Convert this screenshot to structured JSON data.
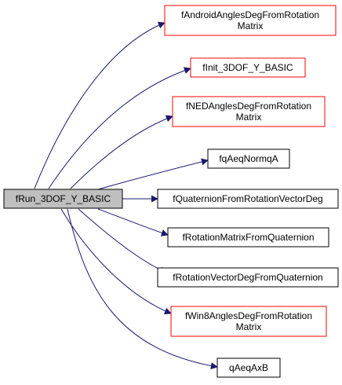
{
  "colors": {
    "edge": "#191970",
    "root_fill": "#bfbfbf",
    "node_fill": "#ffffff",
    "node_border": "#000000",
    "truncated_border": "#ff0000"
  },
  "graph": {
    "root": {
      "label": "fRun_3DOF_Y_BASIC"
    },
    "callees": [
      {
        "lines": [
          "fAndroidAnglesDegFromRotation",
          "Matrix"
        ],
        "truncated": true
      },
      {
        "lines": [
          "fInit_3DOF_Y_BASIC"
        ],
        "truncated": true
      },
      {
        "lines": [
          "fNEDAnglesDegFromRotation",
          "Matrix"
        ],
        "truncated": true
      },
      {
        "lines": [
          "fqAeqNormqA"
        ],
        "truncated": false
      },
      {
        "lines": [
          "fQuaternionFromRotationVectorDeg"
        ],
        "truncated": false
      },
      {
        "lines": [
          "fRotationMatrixFromQuaternion"
        ],
        "truncated": false
      },
      {
        "lines": [
          "fRotationVectorDegFromQuaternion"
        ],
        "truncated": false
      },
      {
        "lines": [
          "fWin8AnglesDegFromRotation",
          "Matrix"
        ],
        "truncated": true
      },
      {
        "lines": [
          "qAeqAxB"
        ],
        "truncated": false
      }
    ]
  }
}
